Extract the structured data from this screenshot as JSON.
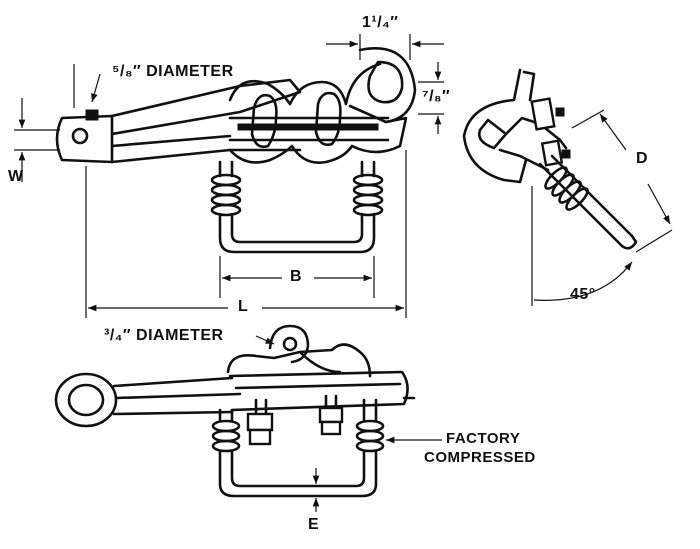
{
  "labels": {
    "top_width": "1¹/₄″",
    "pin_diameter": "⁵/₈″ DIAMETER",
    "eye_height": "⁷/₈″",
    "w": "W",
    "d": "D",
    "b": "B",
    "l": "L",
    "angle": "45°",
    "eye_diameter": "³/₄″ DIAMETER",
    "factory": "FACTORY",
    "compressed": "COMPRESSED",
    "e": "E"
  },
  "colors": {
    "ink": "#111111",
    "paper": "#ffffff"
  }
}
